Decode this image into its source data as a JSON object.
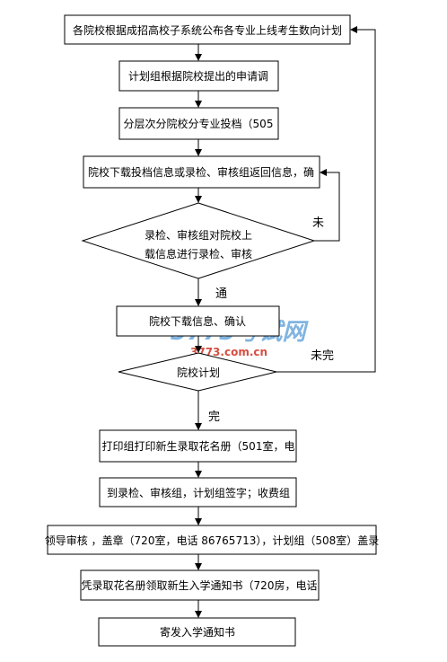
{
  "steps": [
    "各院校根据成招高校子系统公布各专业上线考生数向计划",
    "计划组根据院校提出的申请调",
    "分层次分院校分专业投档（505",
    "院校下载投档信息或录检、审核组返回信息，确",
    "院校下载信息、确认",
    "打印组打印新生录取花名册（501室，电",
    "到录检、审核组，计划组签字；收费组",
    "领导审核 ，盖章（720室，电话 86765713），计划组（508室）盖录",
    "凭录取花名册领取新生入学通知书（720房，电话",
    "寄发入学通知书"
  ],
  "decision1": {
    "line1": "录检、审核组对院校上",
    "line2": "载信息进行录检、审核"
  },
  "decision2": {
    "label": "院校计划"
  },
  "edge_labels": {
    "not": "未",
    "pass": "通",
    "incomplete": "未完",
    "complete": "完"
  },
  "watermark": {
    "logo": "3773考试网",
    "url": "3773.com.cn"
  },
  "colors": {
    "watermark": "#6aa8dc",
    "watermark_url": "#d03020"
  }
}
